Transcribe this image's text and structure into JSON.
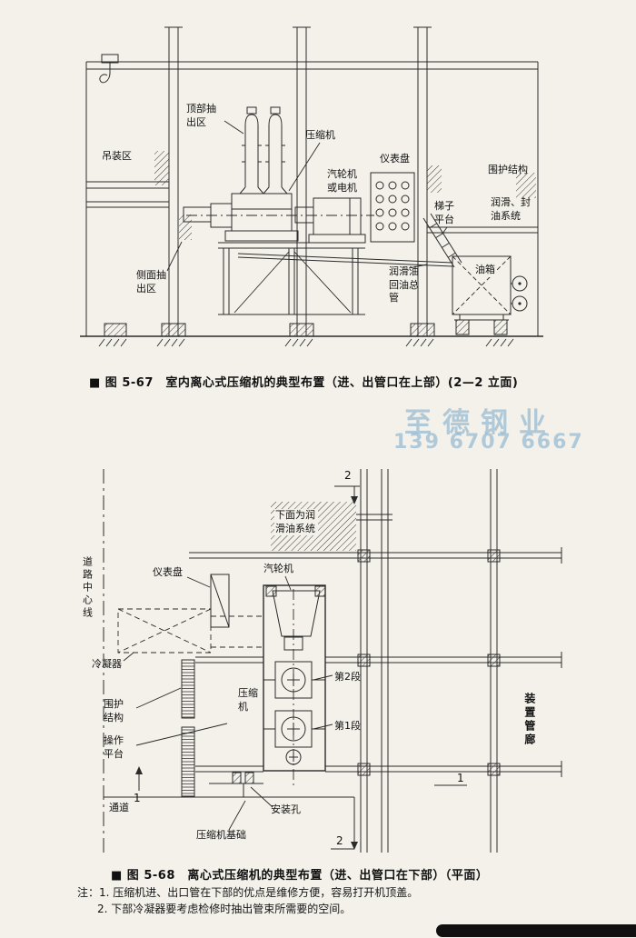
{
  "fig1": {
    "caption": "■ 图 5-67　室内离心式压缩机的典型布置（进、出管口在上部）(2—2 立面)",
    "labels": {
      "hoisting_area": "吊装区",
      "top_extraction": "顶部抽出区",
      "compressor": "压缩机",
      "turbine_motor": "汽轮机或电机",
      "instrument_panel": "仪表盘",
      "enclosure": "围护结构",
      "lube_seal_oil": "润滑、封油系统",
      "ladder_platform": "梯子平台",
      "oil_tank": "油箱",
      "oil_return_main": "润滑油回油总管",
      "side_extraction": "侧面抽出区"
    }
  },
  "watermark": {
    "line1": "至德钢业",
    "line2": "139 6707 6667"
  },
  "fig2": {
    "caption": "■ 图 5-68　离心式压缩机的典型布置（进、出管口在下部）（平面）",
    "labels": {
      "lube_system_below": "下面为润滑油系统",
      "instrument_panel": "仪表盘",
      "steam_turbine": "汽轮机",
      "road_centerline": "道路中心线",
      "condenser": "冷凝器",
      "enclosure": "围护结构",
      "operating_platform": "操作平台",
      "compressor": "压缩机",
      "stage2": "第2段",
      "stage1": "第1段",
      "passage": "通道",
      "install_hole": "安装孔",
      "foundation": "压缩机基础",
      "pipe_gallery": "装置管廊",
      "section2": "2",
      "section1": "1"
    }
  },
  "notes": {
    "line1": "注：1. 压缩机进、出口管在下部的优点是维修方便，容易打开机顶盖。",
    "line2": "2. 下部冷凝器要考虑检修时抽出管束所需要的空间。"
  }
}
